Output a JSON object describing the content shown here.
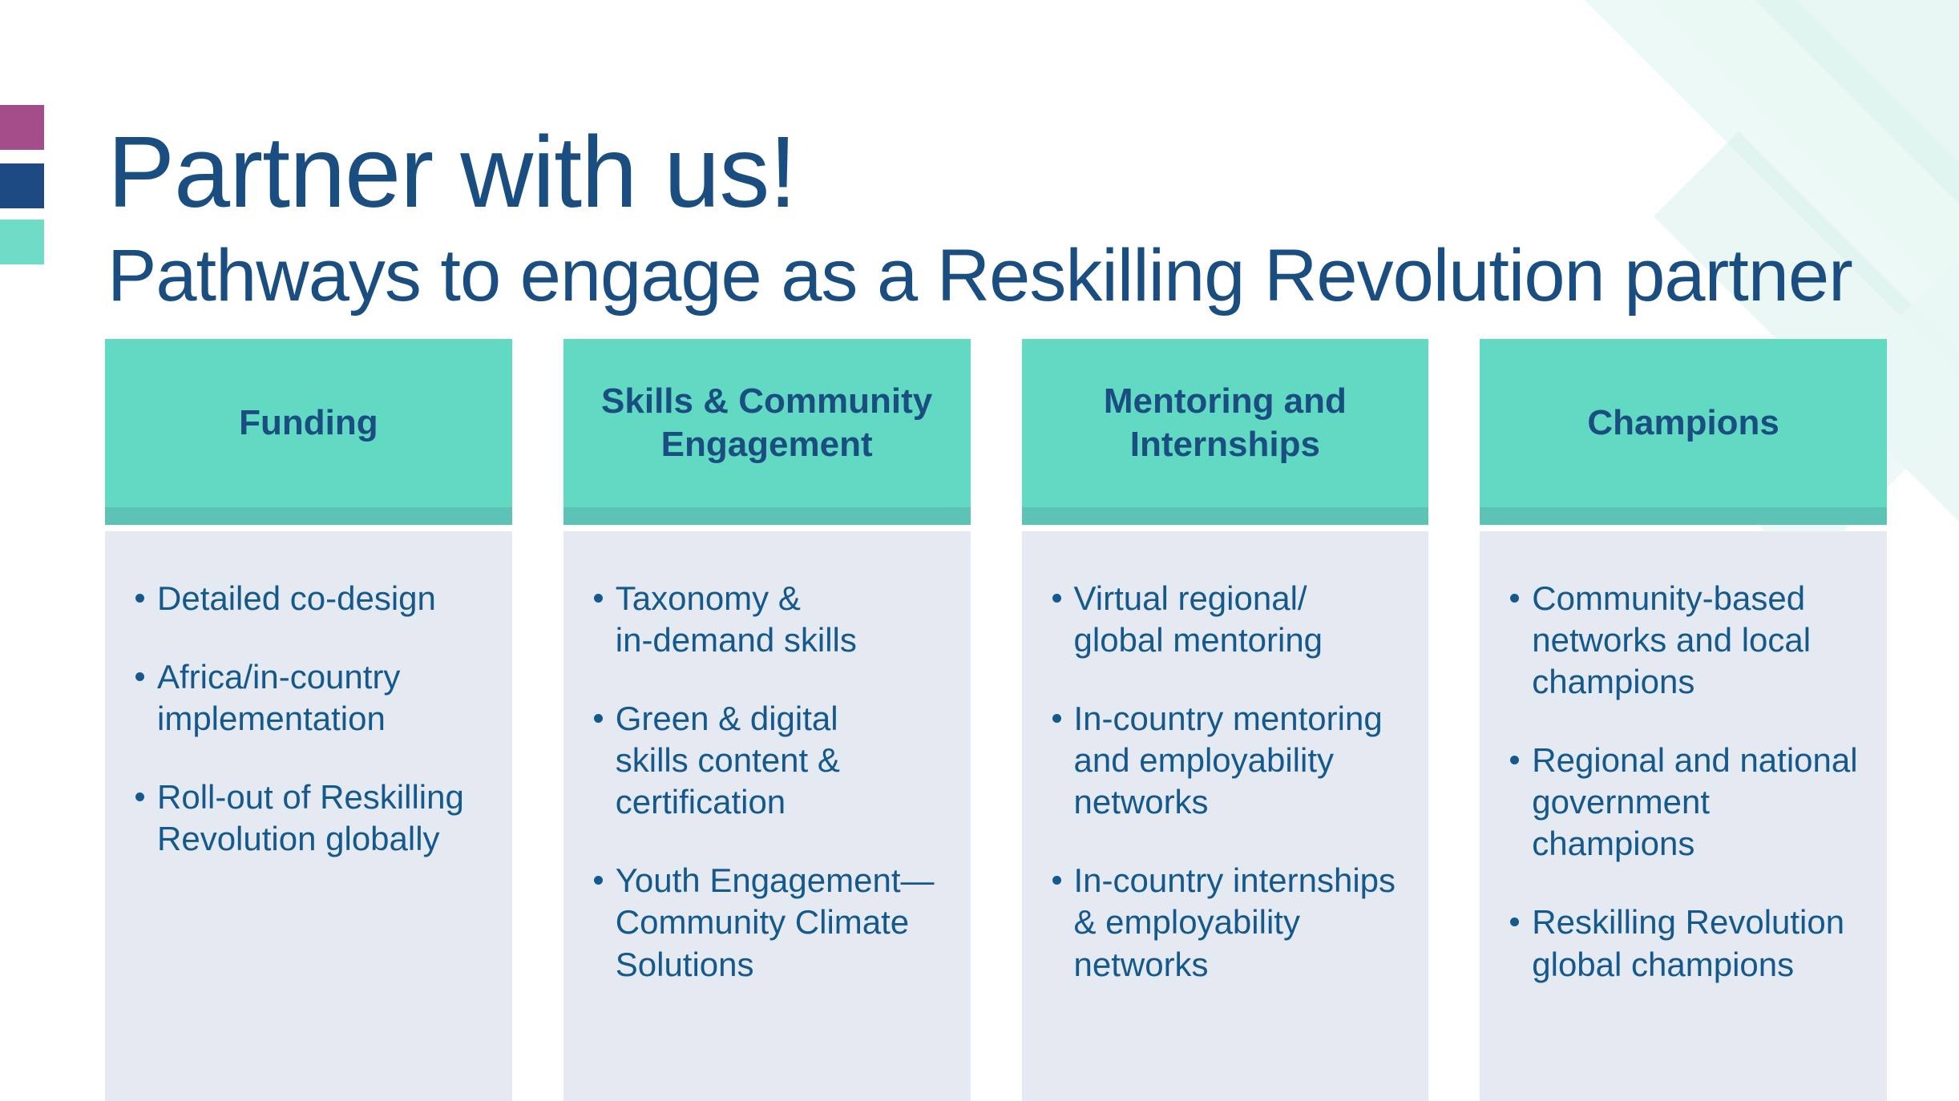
{
  "theme": {
    "accent_magenta": "#a54c8a",
    "accent_navy": "#1d4a82",
    "accent_teal": "#6edcc6",
    "header_teal": "#62d9c2",
    "header_strip": "#5cc3b6",
    "panel_bg": "#e4e9f2",
    "heading_blue": "#1b4e80",
    "body_blue": "#15598c",
    "deco_teal": "#d8f1ec",
    "deco_teal_light": "#eaf8f5"
  },
  "header": {
    "title": "Partner with us!",
    "subtitle": "Pathways to engage as a Reskilling Revolution partner"
  },
  "columns": [
    {
      "header": "Funding",
      "bullets": [
        "Detailed co-design",
        "Africa/in-country\nimplementation",
        "Roll-out of Reskilling\nRevolution globally"
      ]
    },
    {
      "header": "Skills & Community\nEngagement",
      "bullets": [
        "Taxonomy &\nin-demand skills",
        "Green & digital\nskills content &\ncertification",
        "Youth Engagement—\nCommunity Climate\nSolutions"
      ]
    },
    {
      "header": "Mentoring and\nInternships",
      "bullets": [
        "Virtual regional/\nglobal mentoring",
        "In-country mentoring\nand employability\nnetworks",
        "In-country internships\n& employability\nnetworks"
      ]
    },
    {
      "header": "Champions",
      "bullets": [
        "Community-based\nnetworks and local\nchampions",
        "Regional and national\ngovernment\nchampions",
        "Reskilling Revolution\nglobal champions"
      ]
    }
  ]
}
